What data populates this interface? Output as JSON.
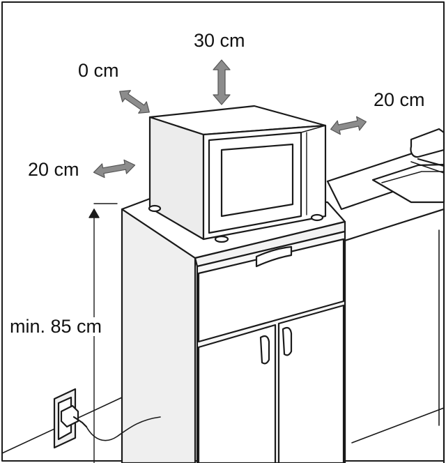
{
  "labels": {
    "top_clearance": "30 cm",
    "back_left_clearance": "0 cm",
    "right_clearance": "20 cm",
    "left_clearance": "20 cm",
    "min_height": "min. 85 cm"
  },
  "colors": {
    "line": "#1a1a1a",
    "arrow": "#8c8c8c",
    "arrow_edge": "#555555",
    "cabinet_front": "#f7f7f7",
    "cabinet_side": "#efefef",
    "shadow": "#e2e2e2"
  },
  "icons": [
    "double-arrow-icon",
    "outlet-icon",
    "plug-icon",
    "faucet-icon"
  ]
}
